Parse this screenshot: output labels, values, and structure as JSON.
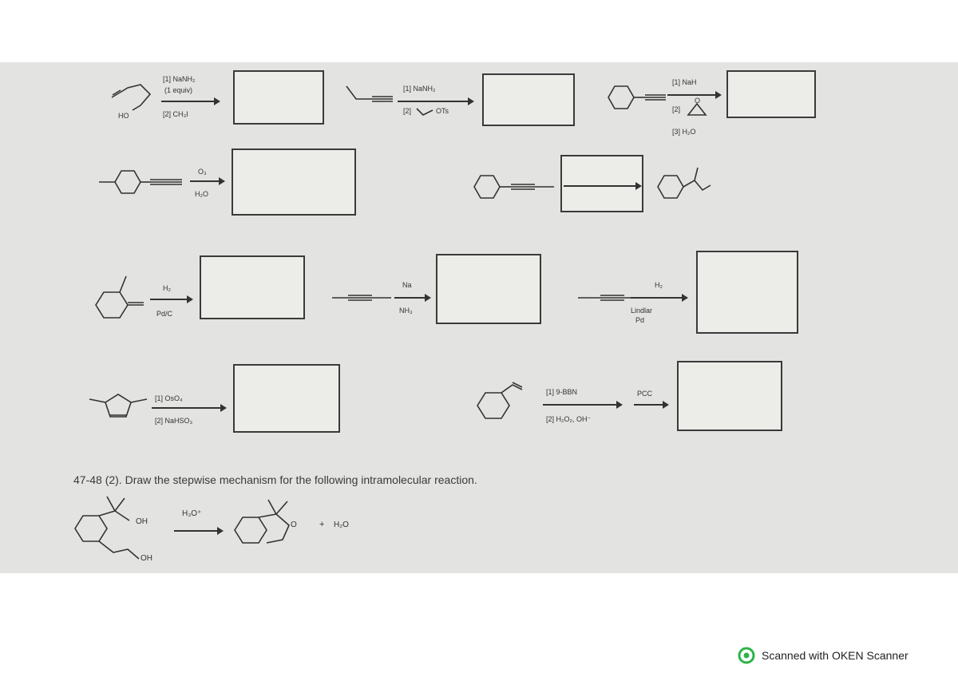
{
  "question": "47-48 (2). Draw the stepwise mechanism for the following intramolecular reaction.",
  "footer": {
    "text": "Scanned with OKEN Scanner",
    "logo_icon": "oken-scanner-logo-icon",
    "logo_color": "#2fb34a"
  },
  "reactions": {
    "r1": {
      "step1": "[1] NaNH₂",
      "step1b": "(1 equiv)",
      "step2": "[2] CH₃I",
      "substituent": "HO"
    },
    "r2": {
      "step1": "[1] NaNH₂",
      "step2": "[2]",
      "step2_reagent": "OTs"
    },
    "r3": {
      "step1": "[1] NaH",
      "step2": "[2]",
      "step2_reagent": "O",
      "step3": "[3] H₂O"
    },
    "r4": {
      "above": "O₃",
      "below": "H₂O"
    },
    "r6": {
      "above": "H₂",
      "below": "Pd/C"
    },
    "r7": {
      "above": "Na",
      "below": "NH₃"
    },
    "r8": {
      "above": "H₂",
      "below": "Lindlar",
      "below2": "Pd"
    },
    "r9": {
      "step1": "[1] OsO₄",
      "step2": "[2] NaHSO₃"
    },
    "r10": {
      "step1": "[1] 9-BBN",
      "step2": "[2] H₂O₂, OH⁻",
      "step3": "PCC"
    },
    "mechanism": {
      "reagent": "H₃O⁺",
      "oh1": "OH",
      "oh2": "OH",
      "ring_o": "O",
      "plus": "+",
      "byproduct": "H₂O"
    }
  }
}
